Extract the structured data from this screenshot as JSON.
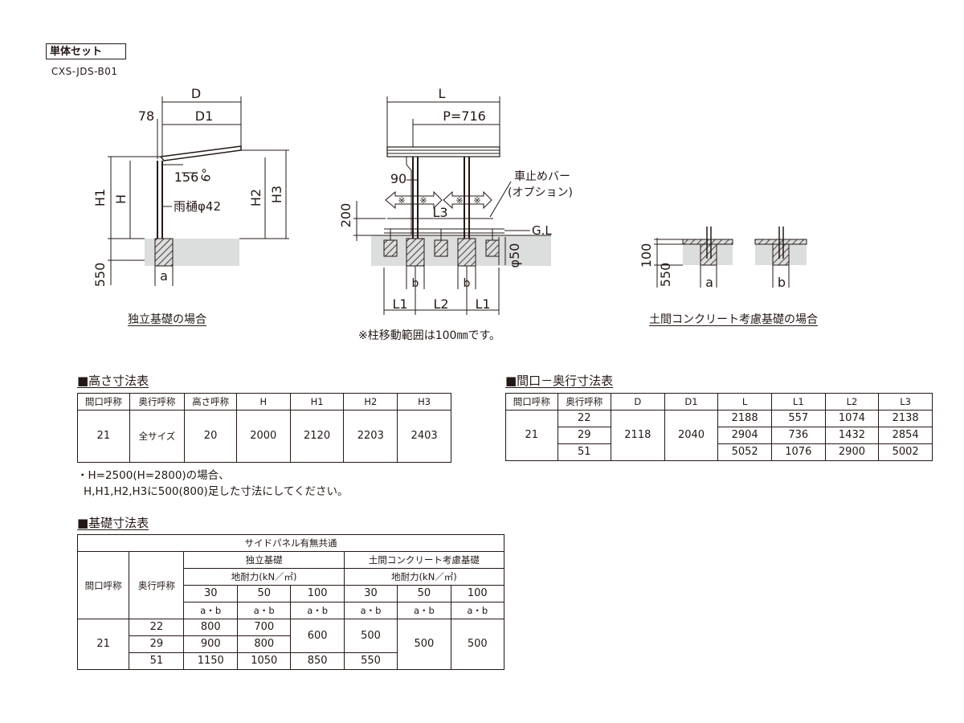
{
  "header": {
    "set_label": "単体セット",
    "model": "CXS-JDS-B01"
  },
  "diagram": {
    "side": {
      "D": "D",
      "D1": "D1",
      "d78": "78",
      "H1": "H1",
      "H": "H",
      "H2": "H2",
      "H3": "H3",
      "d156": "156",
      "angle": "6°",
      "gutter": "雨樋φ42",
      "d550": "550",
      "a": "a",
      "caption": "独立基礎の場合"
    },
    "front": {
      "L": "L",
      "P": "P=716",
      "d90": "90",
      "L3": "L3",
      "d200": "200",
      "GL": "G.L",
      "phi50": "φ50",
      "b": "b",
      "L1": "L1",
      "L2": "L2",
      "stopper": "車止めバー",
      "option": "(オプション)",
      "mark": "※",
      "note": "※柱移動範囲は100㎜です。"
    },
    "concrete": {
      "d100": "100",
      "d550": "550",
      "a": "a",
      "b": "b",
      "caption": "土間コンクリート考慮基礎の場合"
    }
  },
  "height_table": {
    "title": "■高さ寸法表",
    "headers": [
      "間口呼称",
      "奥行呼称",
      "高さ呼称",
      "H",
      "H1",
      "H2",
      "H3"
    ],
    "row": [
      "21",
      "全サイズ",
      "20",
      "2000",
      "2120",
      "2203",
      "2403"
    ],
    "note1": "・H=2500(H=2800)の場合、",
    "note2": "H,H1,H2,H3に500(800)足した寸法にしてください。"
  },
  "size_table": {
    "title": "■間口－奥行寸法表",
    "headers": [
      "間口呼称",
      "奥行呼称",
      "D",
      "D1",
      "L",
      "L1",
      "L2",
      "L3"
    ],
    "frontage": "21",
    "D": "2118",
    "D1": "2040",
    "rows": [
      [
        "22",
        "2188",
        "557",
        "1074",
        "2138"
      ],
      [
        "29",
        "2904",
        "736",
        "1432",
        "2854"
      ],
      [
        "51",
        "5052",
        "1076",
        "2900",
        "5002"
      ]
    ]
  },
  "foundation_table": {
    "title": "■基礎寸法表",
    "common": "サイドパネル有無共通",
    "col_frontage": "間口呼称",
    "col_depth": "奥行呼称",
    "group1": "独立基礎",
    "group2": "土間コンクリート考慮基礎",
    "bearing": "地耐力(kN／㎡)",
    "loads": [
      "30",
      "50",
      "100",
      "30",
      "50",
      "100"
    ],
    "ab": "a・b",
    "frontage": "21",
    "depths": [
      "22",
      "29",
      "51"
    ],
    "g1_30": [
      "800",
      "900",
      "1150"
    ],
    "g1_50": [
      "700",
      "800",
      "1050"
    ],
    "g1_100_merged": "600",
    "g1_100_51": "850",
    "g2_30_merged": "500",
    "g2_30_51": "550",
    "g2_50": "500",
    "g2_100": "500"
  }
}
